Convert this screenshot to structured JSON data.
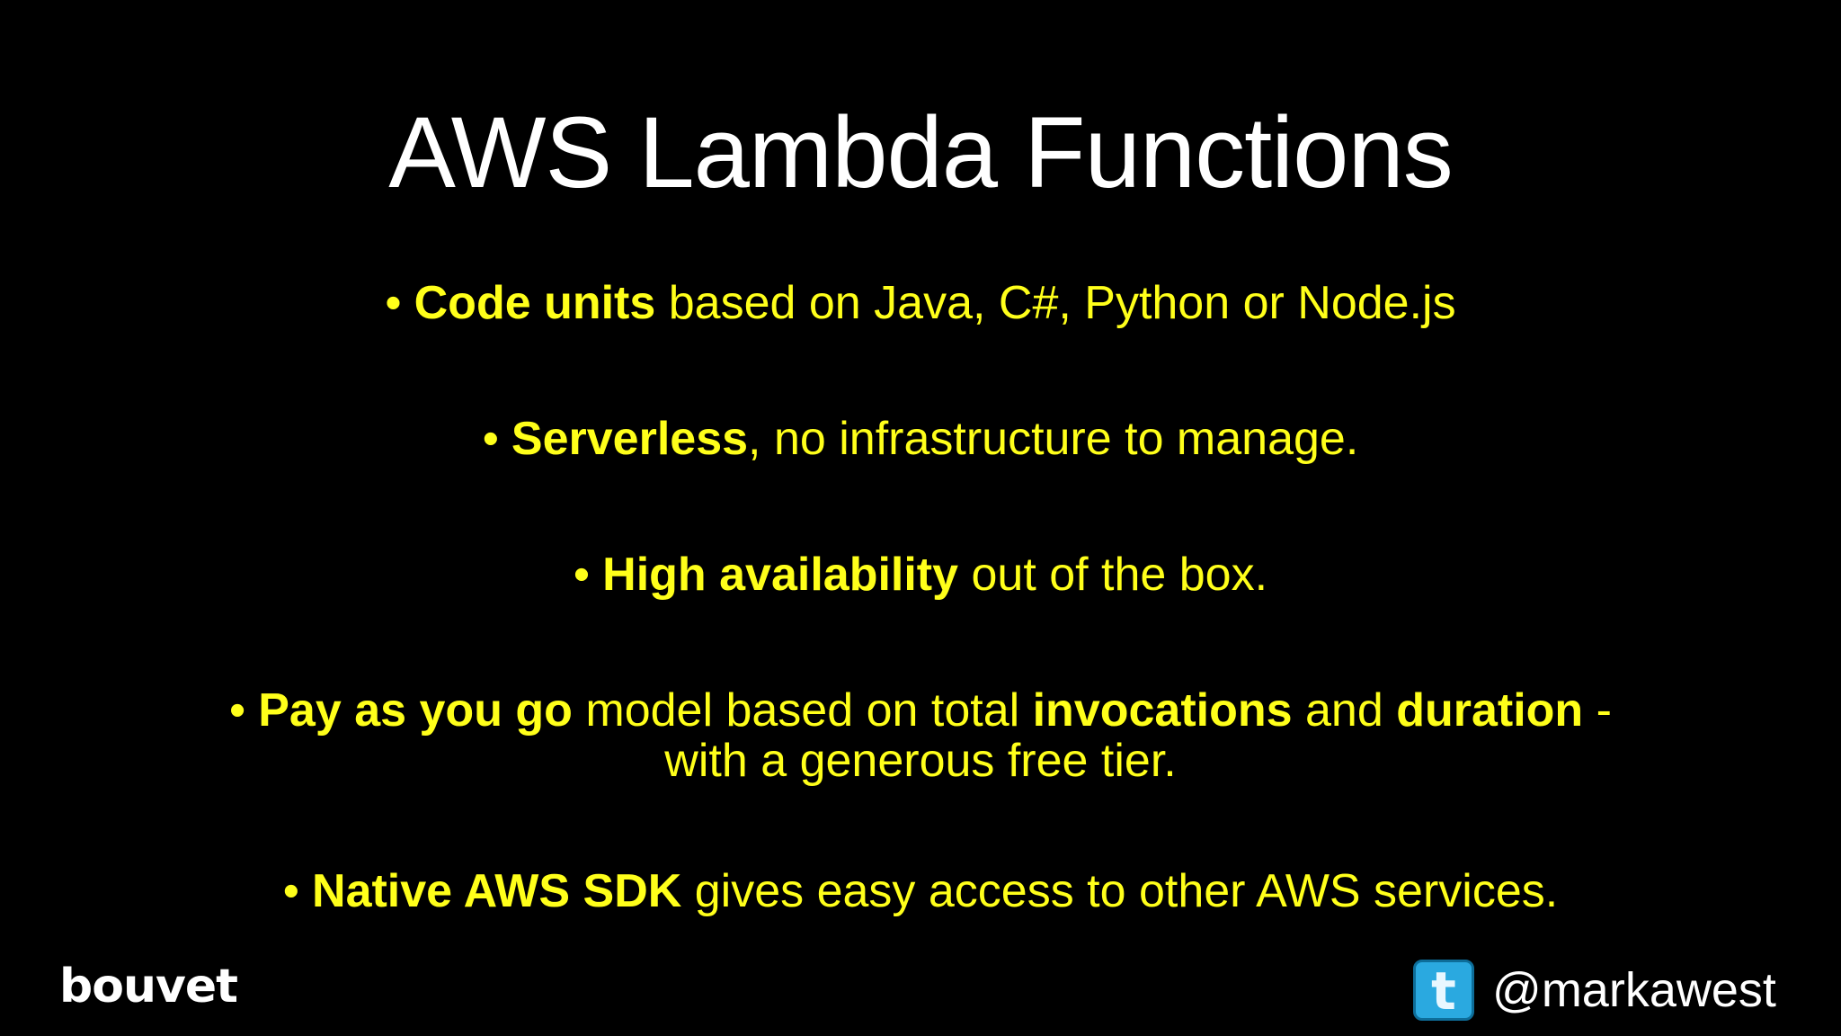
{
  "slide": {
    "title": "AWS Lambda Functions",
    "bullets": [
      {
        "marker": "•",
        "parts": [
          {
            "bold": true,
            "text": "Code units"
          },
          {
            "bold": false,
            "text": " based on Java, C#, Python or Node.js"
          }
        ]
      },
      {
        "marker": "•",
        "parts": [
          {
            "bold": true,
            "text": "Serverless"
          },
          {
            "bold": false,
            "text": ", no infrastructure to manage."
          }
        ]
      },
      {
        "marker": "•",
        "parts": [
          {
            "bold": true,
            "text": "High availability"
          },
          {
            "bold": false,
            "text": " out of the box."
          }
        ]
      },
      {
        "marker": "•",
        "parts": [
          {
            "bold": true,
            "text": "Pay as you go"
          },
          {
            "bold": false,
            "text": " model based on total "
          },
          {
            "bold": true,
            "text": "invocations"
          },
          {
            "bold": false,
            "text": " and "
          },
          {
            "bold": true,
            "text": "duration"
          },
          {
            "bold": false,
            "text": " -"
          }
        ],
        "continuation": "with a generous free tier."
      },
      {
        "marker": "•",
        "parts": [
          {
            "bold": true,
            "text": "Native AWS SDK"
          },
          {
            "bold": false,
            "text": " gives easy access to other AWS services."
          }
        ]
      }
    ]
  },
  "footer": {
    "logo_text": "bouvet",
    "twitter_icon": "twitter-icon",
    "twitter_icon_letter": "t",
    "twitter_handle": "@markawest"
  },
  "colors": {
    "background": "#000000",
    "title": "#ffffff",
    "bullet_text": "#ffff1a",
    "twitter_blue": "#2aa9e0"
  }
}
